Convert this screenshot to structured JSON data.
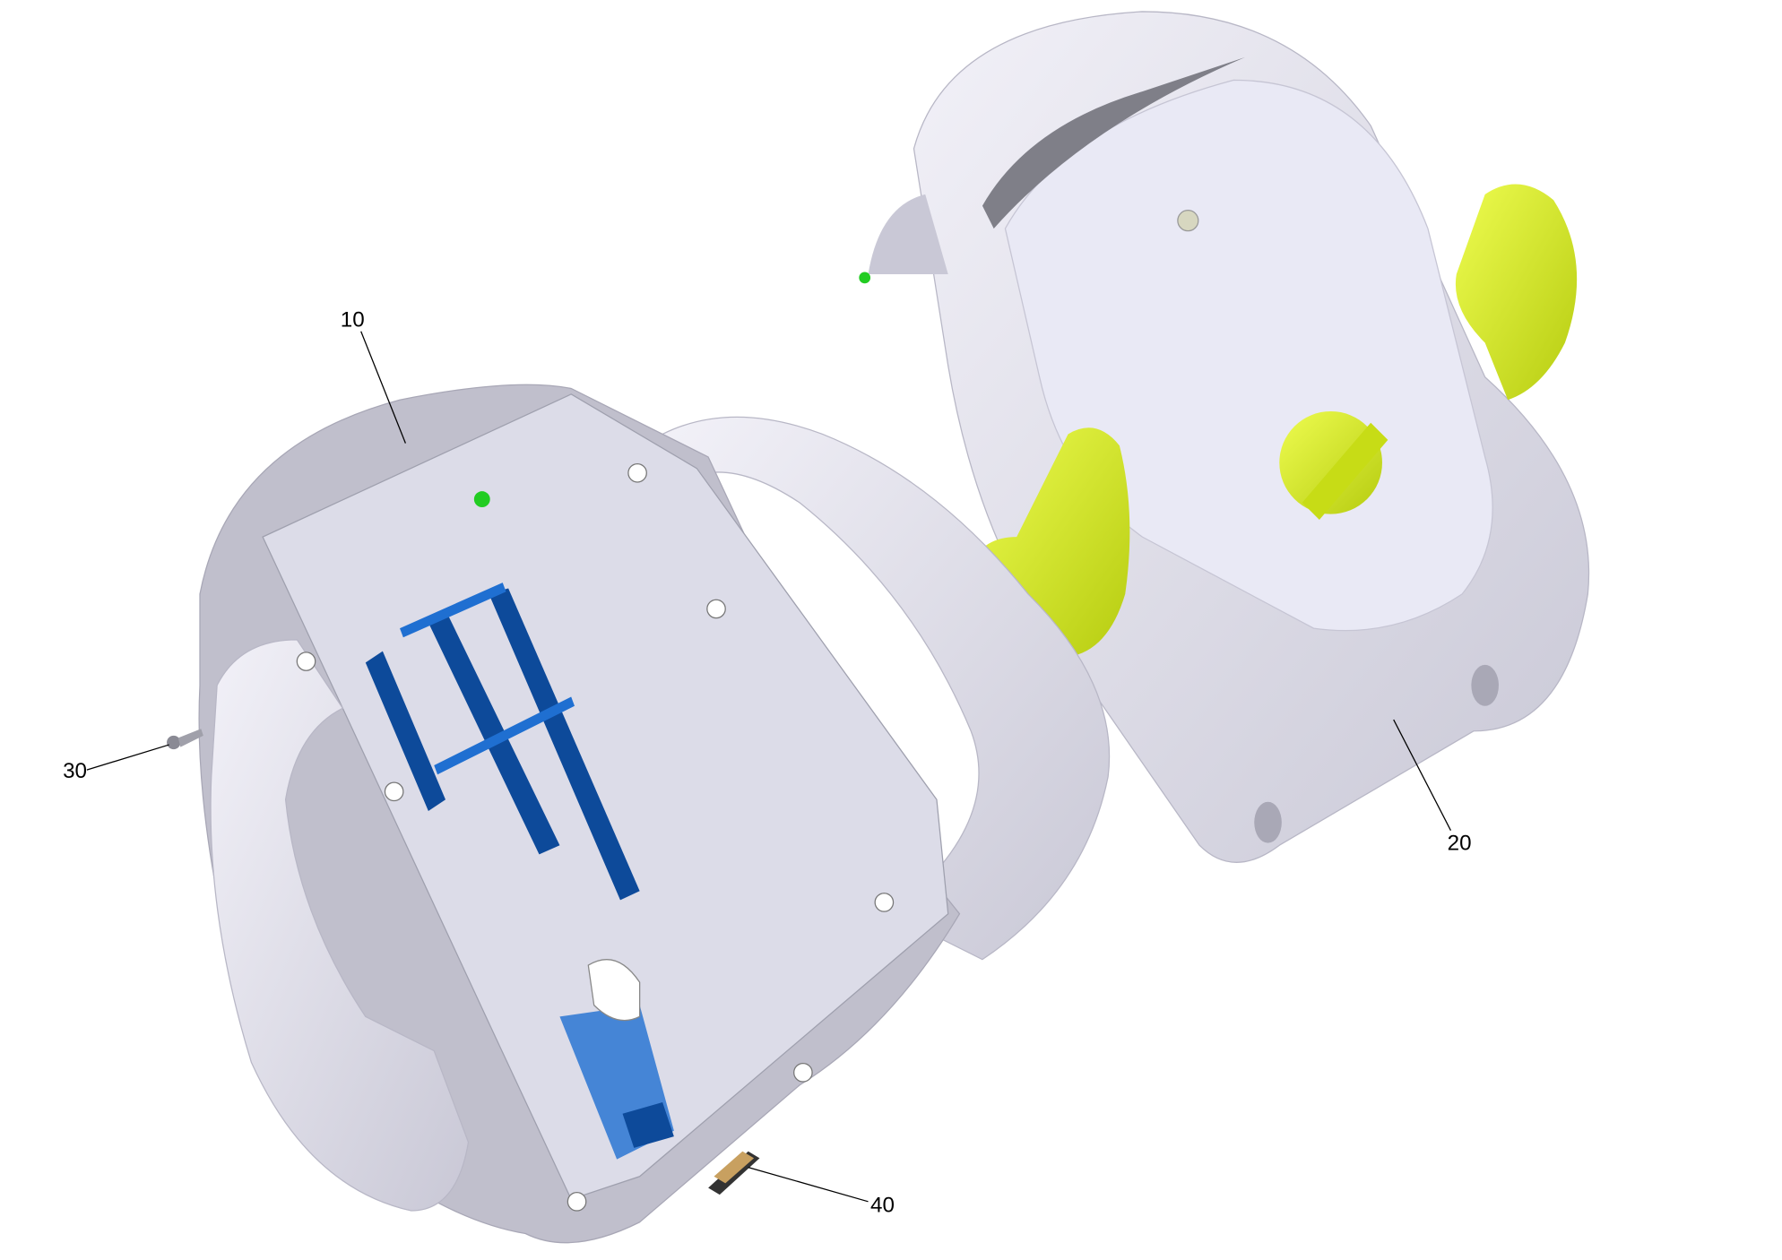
{
  "diagram": {
    "type": "exploded-parts-view",
    "callouts": [
      {
        "id": "10",
        "label": "10",
        "part": "handle-housing"
      },
      {
        "id": "20",
        "label": "20",
        "part": "front-cover-with-knobs"
      },
      {
        "id": "30",
        "label": "30",
        "part": "screw"
      },
      {
        "id": "40",
        "label": "40",
        "part": "clip"
      }
    ],
    "colors": {
      "housing": "#e4e3ee",
      "shadow": "#9a9aa2",
      "blue_ribs": "#1f6fd1",
      "dark_blue": "#0d4a9a",
      "knob_yellow": "#d9ee1c",
      "green_plug": "#22cc22"
    }
  }
}
